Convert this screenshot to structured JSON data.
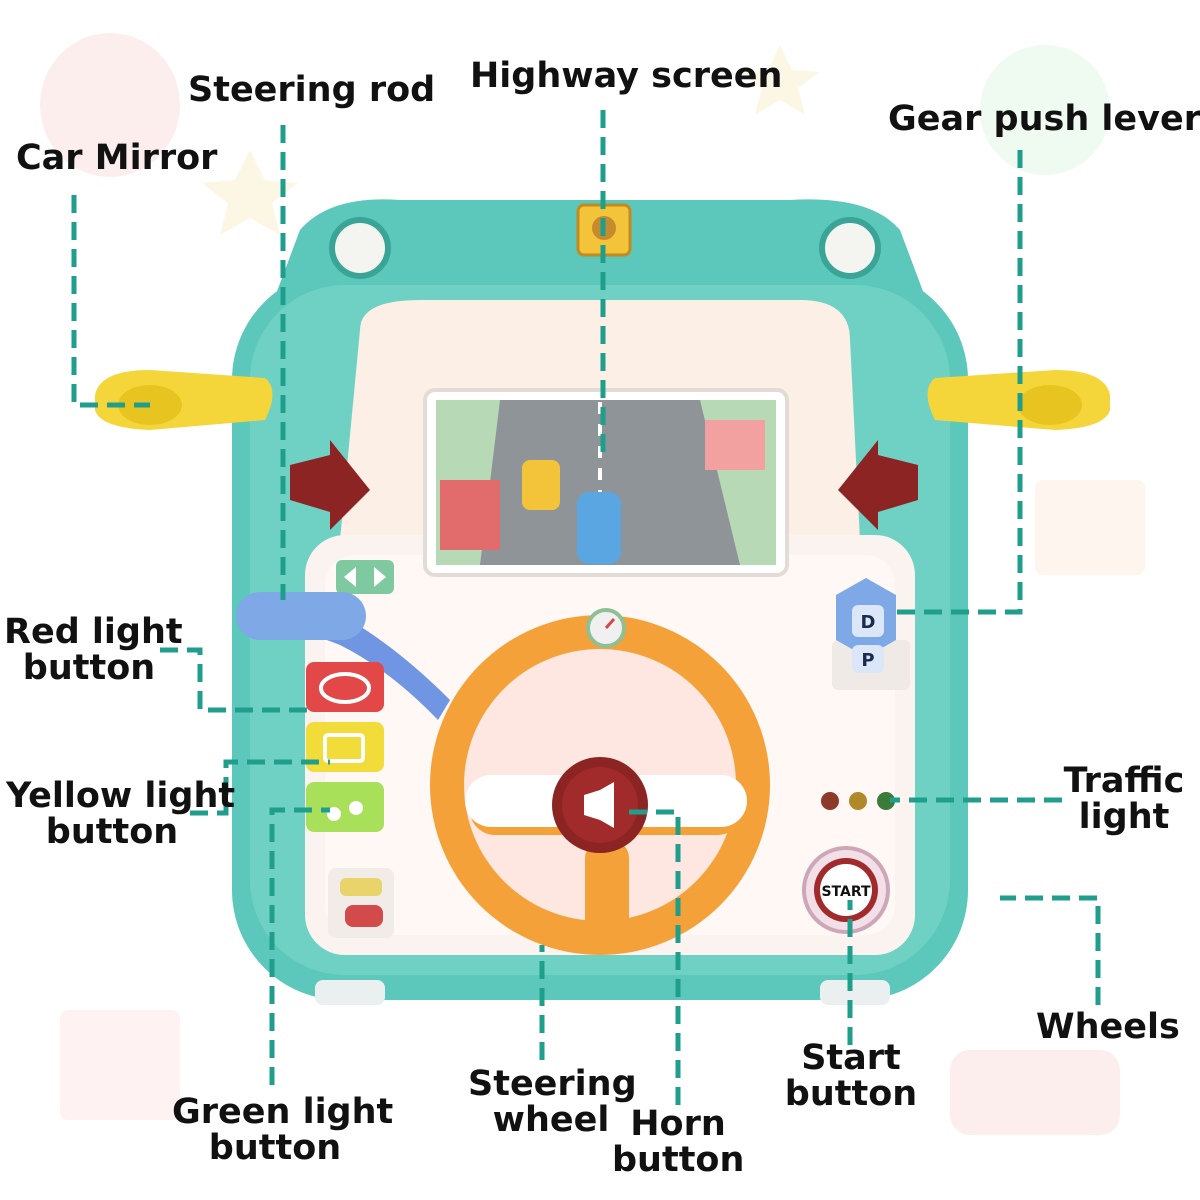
{
  "labels": {
    "car_mirror": "Car Mirror",
    "steering_rod": "Steering rod",
    "highway_screen": "Highway screen",
    "gear_push_lever": "Gear push lever",
    "red_light_button": [
      "Red light",
      "button"
    ],
    "yellow_light_button": [
      "Yellow light",
      "button"
    ],
    "green_light_button": [
      "Green light",
      "button"
    ],
    "traffic_light": [
      "Traffic",
      "light"
    ],
    "steering_wheel": [
      "Steering",
      "wheel"
    ],
    "horn_button": [
      "Horn",
      "button"
    ],
    "start_button": [
      "Start",
      "button"
    ],
    "wheels": "Wheels"
  },
  "device": {
    "start_text": "START",
    "gear_letters": [
      "D",
      "P"
    ]
  },
  "colors": {
    "body_teal": "#5cc7bb",
    "leader_line": "#1f9e8c",
    "steering_wheel_orange": "#f5a13a",
    "mirror_yellow": "#f4d63a",
    "gear_blue": "#7fa8e6"
  }
}
